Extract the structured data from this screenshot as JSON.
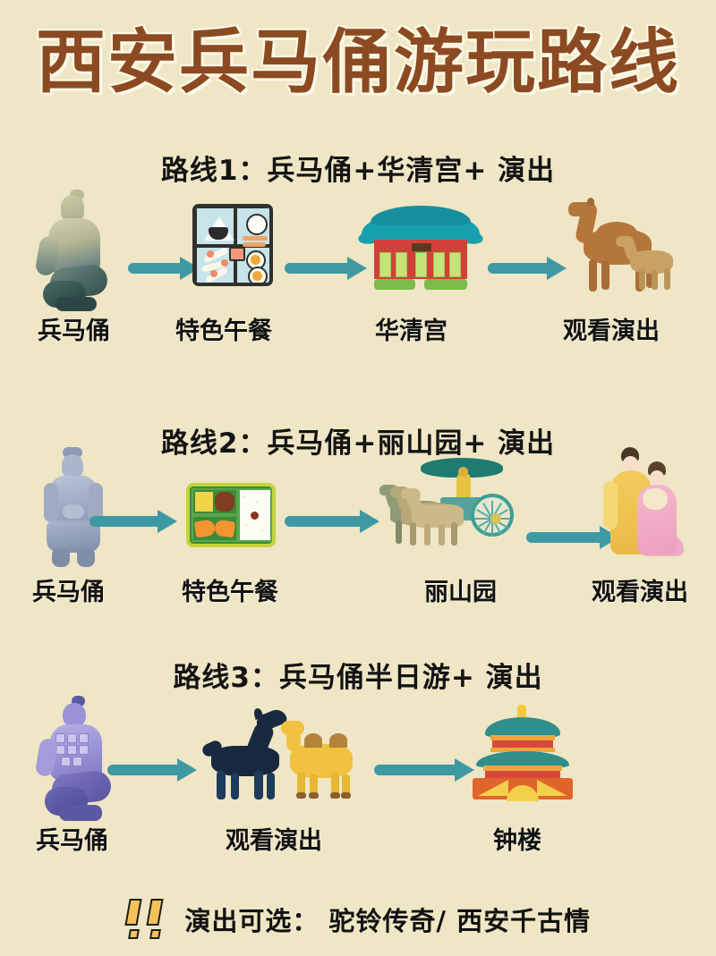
{
  "theme": {
    "background": "#efe6c5",
    "title_color": "#8b4a22",
    "arrow_color": "#3f99a3",
    "text_color": "#121212",
    "accent_orange": "#f5c25a"
  },
  "title": "西安兵马俑游玩路线",
  "routes": [
    {
      "heading": "路线1：兵马俑+华清宫+ 演出",
      "steps": [
        {
          "label": "兵马俑",
          "icon": "terracotta-warrior-kneeling-olive-icon"
        },
        {
          "label": "特色午餐",
          "icon": "bento-lunch-box-icon"
        },
        {
          "label": "华清宫",
          "icon": "huaqing-palace-icon"
        },
        {
          "label": "观看演出",
          "icon": "camels-icon"
        }
      ]
    },
    {
      "heading": "路线2：兵马俑+丽山园+ 演出",
      "steps": [
        {
          "label": "兵马俑",
          "icon": "terracotta-warrior-standing-blue-icon"
        },
        {
          "label": "特色午餐",
          "icon": "green-bento-lunch-box-icon"
        },
        {
          "label": "丽山园",
          "icon": "horse-chariot-icon"
        },
        {
          "label": "观看演出",
          "icon": "tang-dancers-icon"
        }
      ]
    },
    {
      "heading": "路线3：兵马俑半日游+ 演出",
      "steps": [
        {
          "label": "兵马俑",
          "icon": "terracotta-warrior-kneeling-purple-icon"
        },
        {
          "label": "观看演出",
          "icon": "wolf-and-camel-icon"
        },
        {
          "label": "钟楼",
          "icon": "bell-tower-icon"
        }
      ]
    }
  ],
  "footer": {
    "icon": "double-exclamation-icon",
    "text": "演出可选： 驼铃传奇/ 西安千古情"
  }
}
